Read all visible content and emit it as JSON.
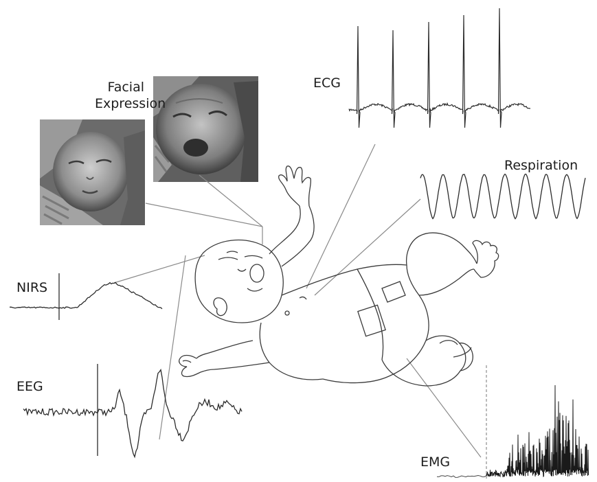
{
  "labels": {
    "facial_line1": "Facial",
    "facial_line2": "Expression",
    "ecg": "ECG",
    "respiration": "Respiration",
    "nirs": "NIRS",
    "eeg": "EEG",
    "emg": "EMG"
  },
  "colors": {
    "line": "#2b2b2b",
    "leader": "#8a8a8a",
    "photo_bg": "#5a5a5a"
  },
  "icons": {
    "infant": "infant-line-drawing",
    "photo1": "sleeping-infant-photo",
    "photo2": "crying-infant-photo"
  }
}
